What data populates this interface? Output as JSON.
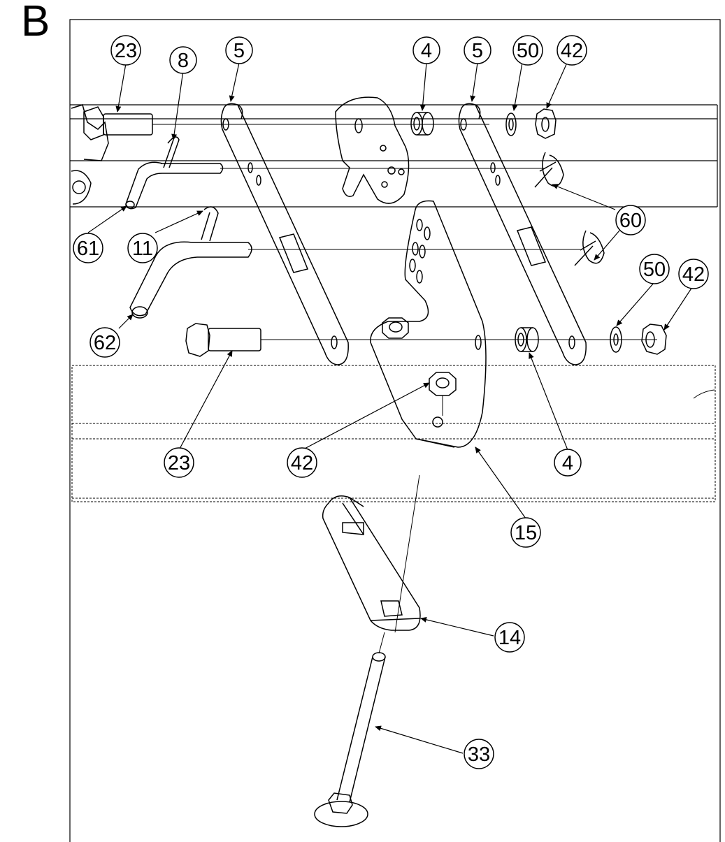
{
  "section_letter": "B",
  "callouts": [
    {
      "id": "c23a",
      "label": "23"
    },
    {
      "id": "c8",
      "label": "8"
    },
    {
      "id": "c5a",
      "label": "5"
    },
    {
      "id": "c4a",
      "label": "4"
    },
    {
      "id": "c5b",
      "label": "5"
    },
    {
      "id": "c50a",
      "label": "50"
    },
    {
      "id": "c42a",
      "label": "42"
    },
    {
      "id": "c60",
      "label": "60"
    },
    {
      "id": "c61",
      "label": "61"
    },
    {
      "id": "c11",
      "label": "11"
    },
    {
      "id": "c62",
      "label": "62"
    },
    {
      "id": "c50b",
      "label": "50"
    },
    {
      "id": "c42b",
      "label": "42"
    },
    {
      "id": "c23b",
      "label": "23"
    },
    {
      "id": "c42c",
      "label": "42"
    },
    {
      "id": "c4b",
      "label": "4"
    },
    {
      "id": "c15",
      "label": "15"
    },
    {
      "id": "c14",
      "label": "14"
    },
    {
      "id": "c33",
      "label": "33"
    }
  ]
}
